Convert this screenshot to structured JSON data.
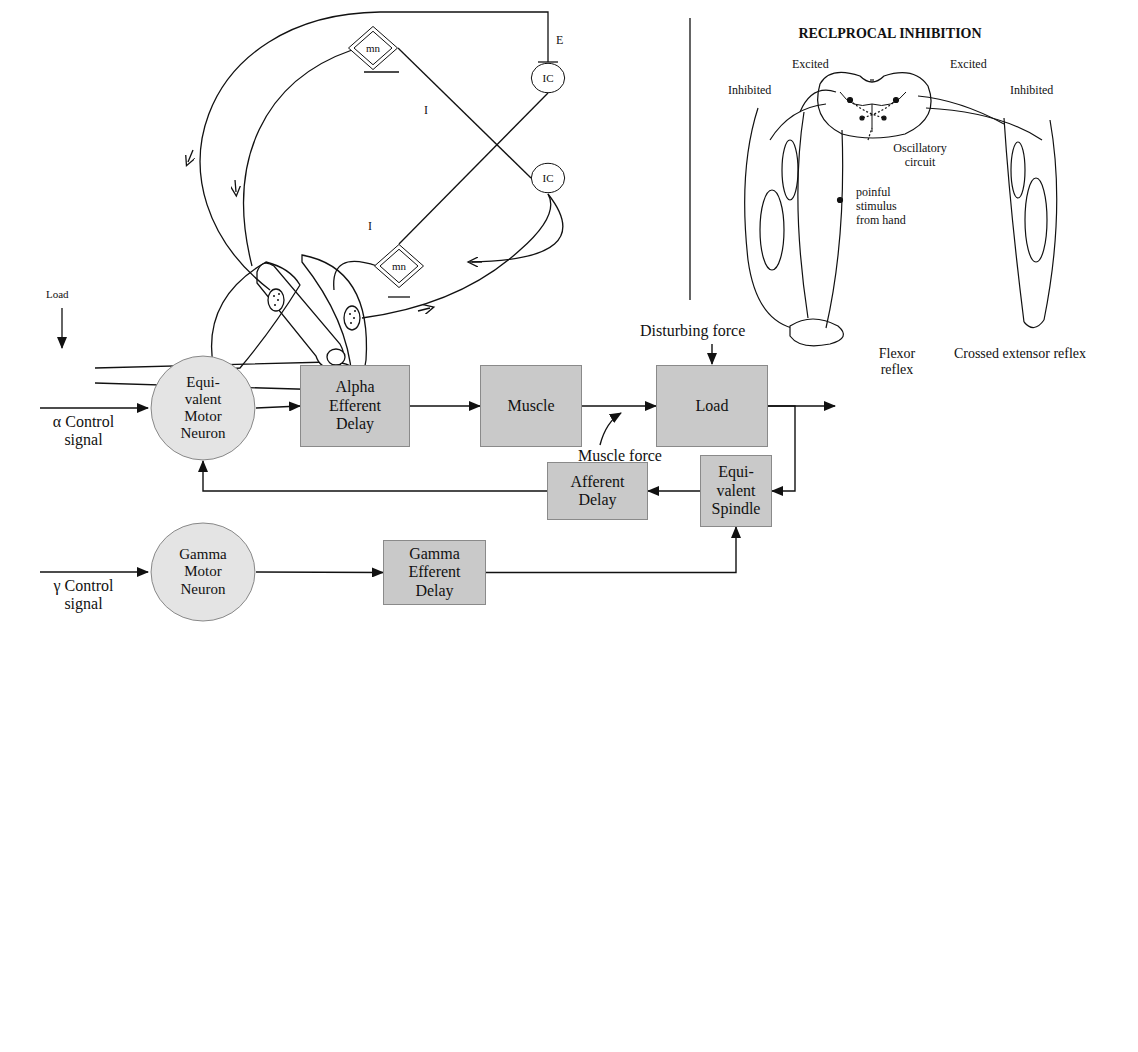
{
  "diagram": {
    "nodes": [
      {
        "text": [
          "mn"
        ]
      },
      {
        "text": [
          "IC"
        ]
      },
      {
        "text": [
          "IC"
        ]
      },
      {
        "text": [
          "mn"
        ]
      },
      {
        "text": [
          "Equi- valent Motor Neuron"
        ]
      },
      {
        "text": [
          "Alpha Efferent Delay"
        ]
      },
      {
        "text": [
          "Muscle"
        ]
      },
      {
        "text": [
          "Load"
        ]
      },
      {
        "text": [
          "Afferent Delay"
        ]
      },
      {
        "text": [
          "Equi- valent Spindle"
        ]
      },
      {
        "text": [
          "Gamma Motor Neuron"
        ]
      },
      {
        "text": [
          "Gamma Efferent Delay"
        ]
      }
    ],
    "edges": [
      {
        "from": 1,
        "to": 3,
        "arrow": "none"
      },
      {
        "from": 0,
        "to": 2,
        "arrow": "none"
      },
      {
        "from": 4,
        "to": 5,
        "arrow": "to"
      },
      {
        "from": 5,
        "to": 6,
        "arrow": "to"
      },
      {
        "from": 6,
        "to": 7,
        "arrow": "to",
        "label": "Muscle force"
      },
      {
        "from": 7,
        "to": 9,
        "arrow": "to"
      },
      {
        "from": 9,
        "to": 8,
        "arrow": "to"
      },
      {
        "from": 8,
        "to": 4,
        "arrow": "to"
      },
      {
        "from": 10,
        "to": 11,
        "arrow": "to"
      },
      {
        "from": 11,
        "to": 9,
        "arrow": "to"
      }
    ],
    "labels": [
      "Load",
      "E",
      "I",
      "I",
      "RECLPROCAL INHIBITION",
      "Inhibited",
      "Excited",
      "Excited",
      "Inhibited",
      "Oscillatory circuit",
      "poinful stimulus from hand",
      "Flexor reflex",
      "Crossed extensor reflex",
      "Disturbing force",
      "α Control signal",
      "γ Control signal"
    ]
  }
}
